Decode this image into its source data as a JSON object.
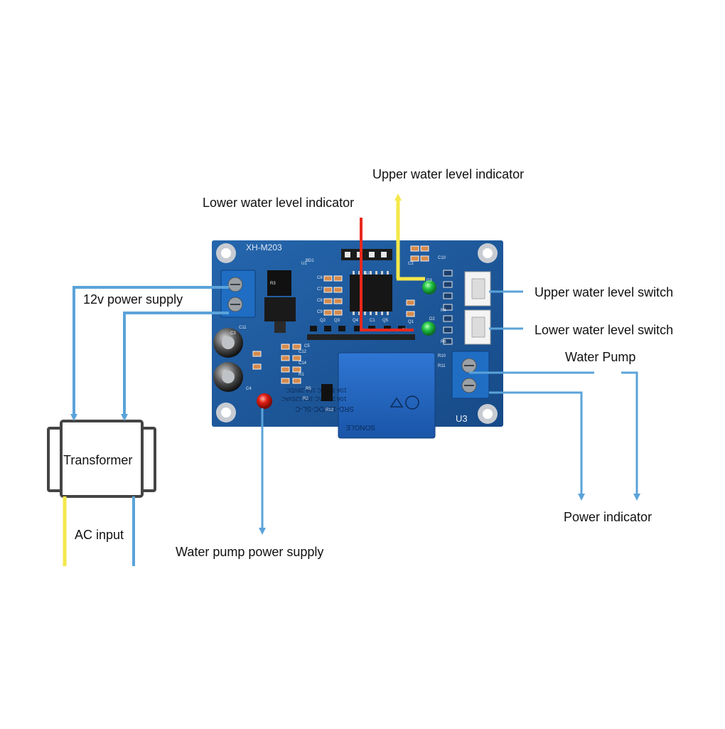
{
  "labels": {
    "upper_indicator": "Upper water level indicator",
    "lower_indicator": "Lower water level indicator",
    "power_supply_12v": "12v power supply",
    "upper_switch": "Upper water level switch",
    "lower_switch": "Lower water level switch",
    "water_pump": "Water Pump",
    "transformer": "Transformer",
    "ac_input": "AC input",
    "pump_power_supply": "Water pump power supply",
    "power_indicator": "Power indicator"
  },
  "board": {
    "model": "XH-M203",
    "relay_brand": "SONGLE",
    "relay_model": "SRD-12VDC-SL-C",
    "relay_rating_1": "10A 250VAC 10A 125VAC",
    "relay_rating_2": "10A 30VDC 10A 28VDC",
    "terminal_label": "U3",
    "silk_marks": [
      "U1",
      "U2",
      "Q1",
      "Q2",
      "Q3",
      "Q4",
      "Q5",
      "C1",
      "C2",
      "C3",
      "C4",
      "C5",
      "C6",
      "C7",
      "C8",
      "C9",
      "C10",
      "C11",
      "C12",
      "C14",
      "R1",
      "R2",
      "R3",
      "R4",
      "R5",
      "R6",
      "R10",
      "R11",
      "R12",
      "D1",
      "D2",
      "D3",
      "BD1"
    ]
  },
  "colors": {
    "board": "#1f5aa0",
    "wire_blue": "#5ba3d9",
    "wire_yellow": "#f4e84a",
    "wire_red": "#e8281c",
    "led_green": "#23c646",
    "led_red": "#e11d12",
    "terminal_blue": "#1f6ec4"
  }
}
